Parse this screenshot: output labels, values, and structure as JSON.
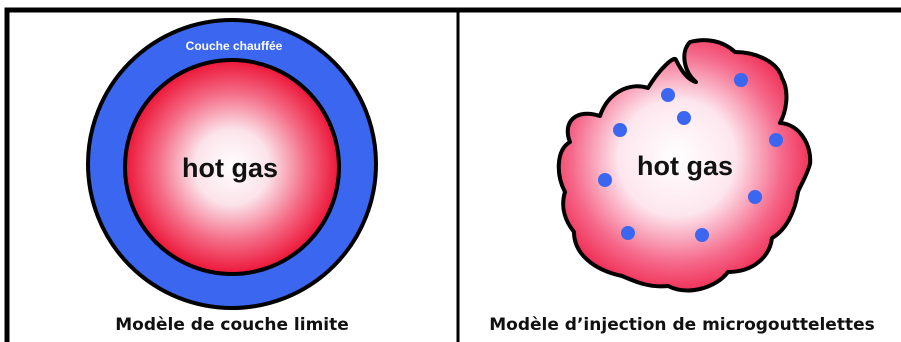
{
  "panels": [
    {
      "id": "boundary-layer",
      "heated_layer_label": "Couche chauffée",
      "core_label": "hot gas",
      "caption": "Modèle de couche limite"
    },
    {
      "id": "microdroplet-injection",
      "core_label": "hot gas",
      "caption": "Modèle d’injection de microgouttelettes",
      "droplet_count": 9
    }
  ],
  "colors": {
    "frame": "#000000",
    "heated_layer": "#3b66f0",
    "droplet": "#3b66f0",
    "gas_core_center": "#ffffff",
    "gas_core_edge": "#f0103a",
    "background": "#ffffff"
  }
}
